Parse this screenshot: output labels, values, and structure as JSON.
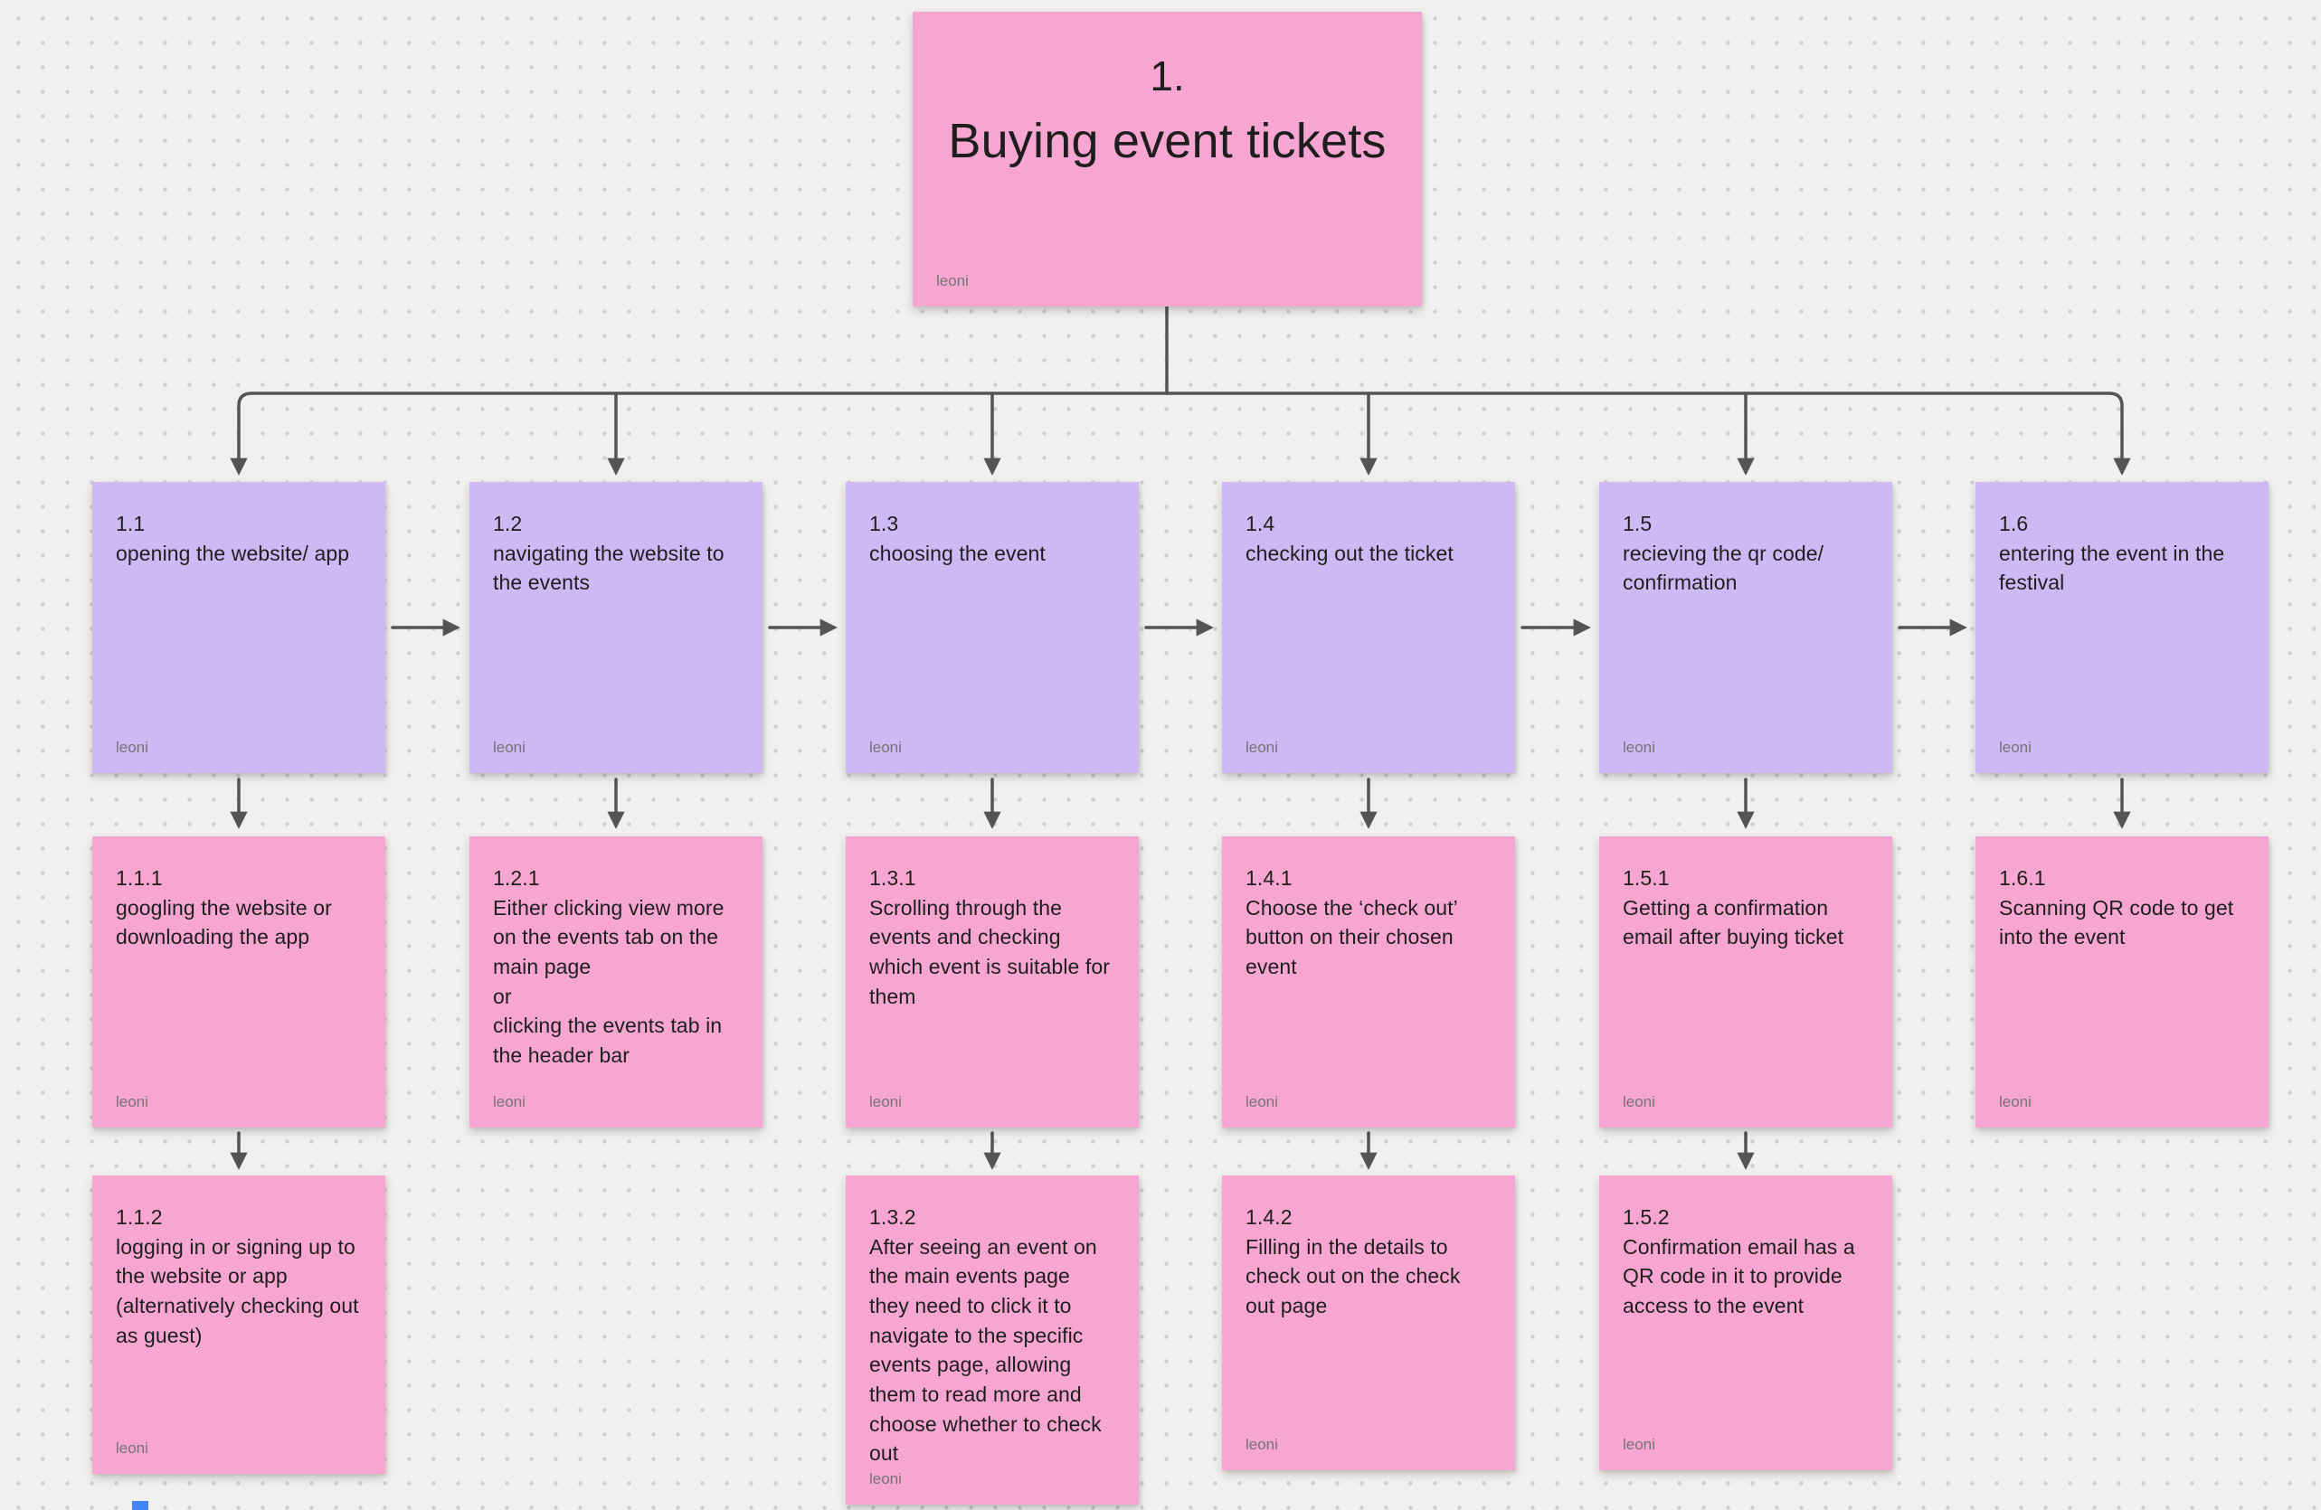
{
  "colors": {
    "background": "#F1F0EE",
    "dot_grid": "#CFCECC",
    "sticky_pink": "#F7A6D2",
    "sticky_purple": "#CDBAF4",
    "connector": "#545454",
    "note_text": "#1E1E1E",
    "author_text": "#747474",
    "fragment_blue": "#4285F4"
  },
  "root_note": {
    "number": "1.",
    "title": "Buying event tickets",
    "author": "leoni"
  },
  "notes": {
    "n11": {
      "id": "1.1",
      "text": "opening the website/ app",
      "author": "leoni"
    },
    "n12": {
      "id": "1.2",
      "text": "navigating the website to the events",
      "author": "leoni"
    },
    "n13": {
      "id": "1.3",
      "text": "choosing the event",
      "author": "leoni"
    },
    "n14": {
      "id": "1.4",
      "text": "checking out the ticket",
      "author": "leoni"
    },
    "n15": {
      "id": "1.5",
      "text": "recieving the qr code/ confirmation",
      "author": "leoni"
    },
    "n16": {
      "id": "1.6",
      "text": "entering the event in the festival",
      "author": "leoni"
    },
    "n111": {
      "id": "1.1.1",
      "text": "googling the website or downloading the app",
      "author": "leoni"
    },
    "n121": {
      "id": "1.2.1",
      "text": "Either clicking view more on the events tab on the main page\nor\nclicking the events tab in the header bar",
      "author": "leoni"
    },
    "n131": {
      "id": "1.3.1",
      "text": "Scrolling through the events and checking which event is suitable for them",
      "author": "leoni"
    },
    "n141": {
      "id": "1.4.1",
      "text": "Choose the ‘check out’ button on their chosen event",
      "author": "leoni"
    },
    "n151": {
      "id": "1.5.1",
      "text": "Getting a confirmation email after buying ticket",
      "author": "leoni"
    },
    "n161": {
      "id": "1.6.1",
      "text": "Scanning QR code to get into the event",
      "author": "leoni"
    },
    "n112": {
      "id": "1.1.2",
      "text": "logging in or signing up to the website or app (alternatively checking out as guest)",
      "author": "leoni"
    },
    "n132": {
      "id": "1.3.2",
      "text": "After seeing an event on the main events page they need to click it to navigate to the specific events page, allowing them to read more and choose whether to check out",
      "author": "leoni"
    },
    "n142": {
      "id": "1.4.2",
      "text": "Filling in the details to check out on the check out page",
      "author": "leoni"
    },
    "n152": {
      "id": "1.5.2",
      "text": "Confirmation email has a QR code in it to provide access to the event",
      "author": "leoni"
    }
  }
}
